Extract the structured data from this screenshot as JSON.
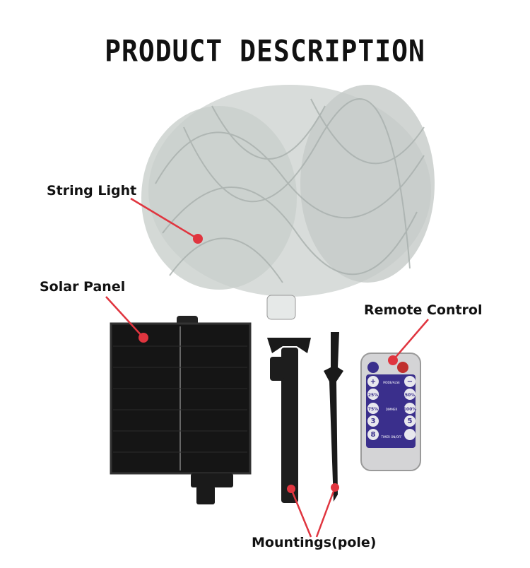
{
  "title": "PRODUCT DESCRIPTION",
  "labels": {
    "string_light": "String Light",
    "solar_panel": "Solar Panel",
    "remote_control": "Remote Control",
    "mountings": "Mountings(pole)"
  },
  "remote": {
    "mode_label": "MODE/ALSE",
    "dim_label": "DIMMER",
    "timer_label": "TIMER ON/OFF",
    "buttons": [
      "+",
      "−",
      "25%",
      "50%",
      "75%",
      "100%",
      "3",
      "5",
      "8"
    ]
  },
  "colors": {
    "accent": "#e0353f",
    "remote_blue": "#3a2f8c"
  }
}
